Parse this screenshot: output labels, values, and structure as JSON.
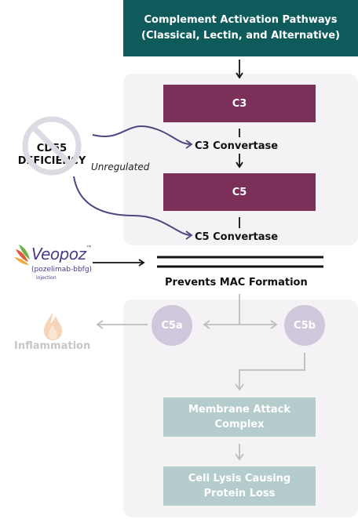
{
  "top": {
    "line1": "Complement Activation Pathways",
    "line2": "(Classical, Lectin, and Alternative)"
  },
  "nodes": {
    "c3": "C3",
    "c3_convertase": "C3 Convertase",
    "c5": "C5",
    "c5_convertase": "C5 Convertase",
    "prevents": "Prevents MAC Formation",
    "c5a": "C5a",
    "c5b": "C5b",
    "mac_line1": "Membrane Attack",
    "mac_line2": "Complex",
    "lysis_line1": "Cell Lysis Causing",
    "lysis_line2": "Protein Loss"
  },
  "side": {
    "cd55_line1": "CD55",
    "cd55_line2": "DEFICIENCY",
    "unregulated": "Unregulated",
    "inflammation": "Inflammation"
  },
  "drug": {
    "brand": "Veopoz",
    "tm": "™",
    "generic": "(pozelimab-bbfg)",
    "route": "injection"
  },
  "colors": {
    "teal": "#0f5a5a",
    "plum": "#7a3059",
    "lavender": "#cfc7db",
    "sage": "#b5cccc",
    "panel": "#f4f2f5",
    "arrow_purple": "#4f4580"
  }
}
